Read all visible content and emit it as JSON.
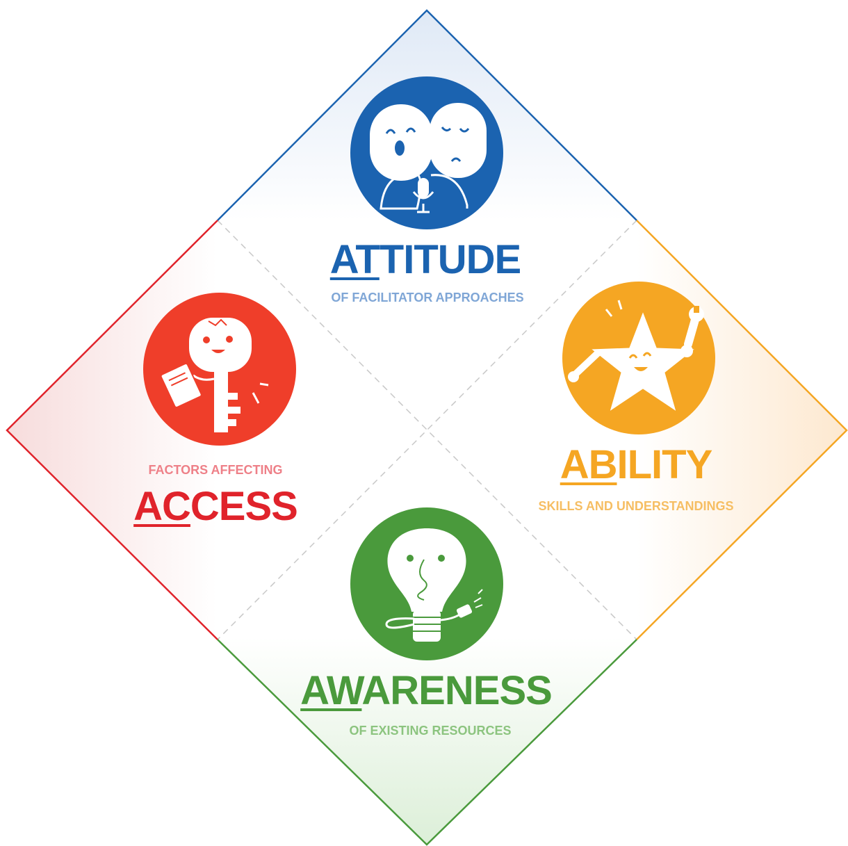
{
  "colors": {
    "attitude": "#1b63b0",
    "attitude_light": "#7fa6d6",
    "ability": "#f5a623",
    "ability_light": "#f6be63",
    "access": "#e0232b",
    "access_circle": "#ef3e2a",
    "access_light": "#ee8088",
    "awareness": "#4a9a3c",
    "awareness_light": "#8cc47f",
    "divider": "#c8c8c8"
  },
  "attitude": {
    "title_hl": "AT",
    "title_rest": "TITUDE",
    "subtitle": "OF FACILITATOR APPROACHES",
    "icon": "two-faces-microphone-icon"
  },
  "ability": {
    "title_hl": "AB",
    "title_rest": "ILITY",
    "subtitle": "SKILLS AND UNDERSTANDINGS",
    "icon": "star-wrench-icon"
  },
  "access": {
    "pretitle": "FACTORS AFFECTING",
    "title_hl": "AC",
    "title_rest": "CESS",
    "icon": "key-book-icon"
  },
  "awareness": {
    "title_hl": "AW",
    "title_rest": "ARENESS",
    "subtitle": "OF EXISTING RESOURCES",
    "icon": "lightbulb-plug-icon"
  }
}
